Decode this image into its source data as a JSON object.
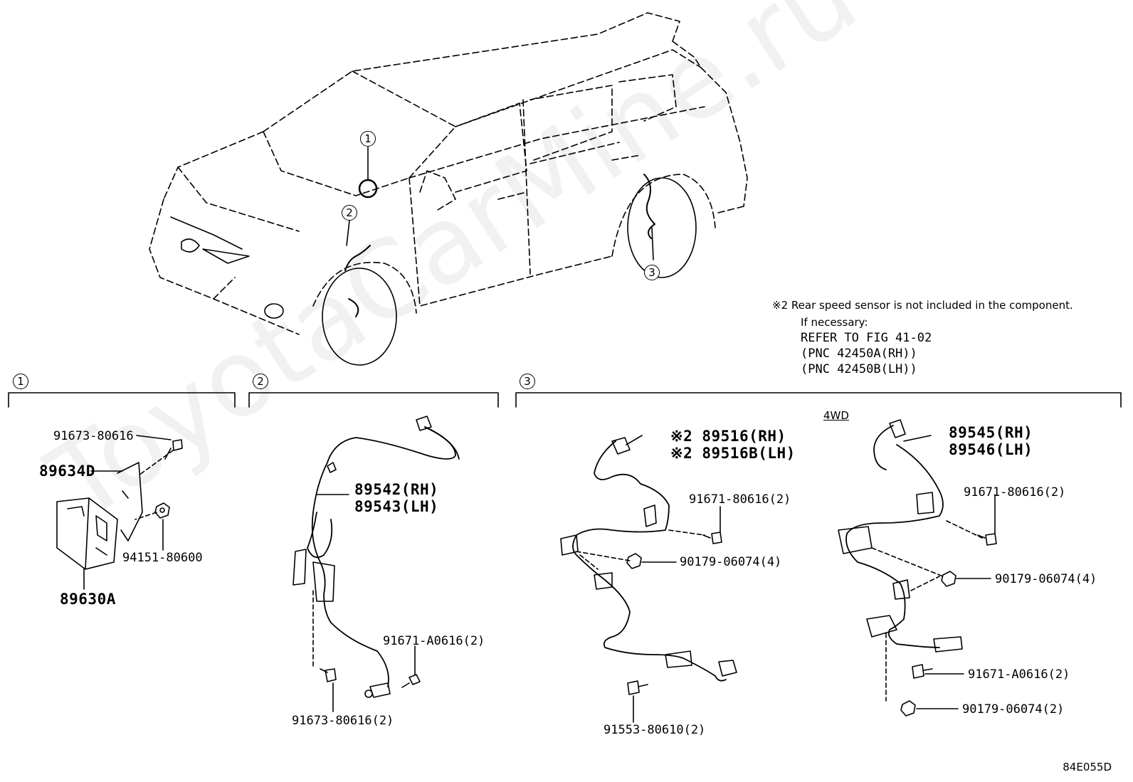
{
  "watermark": "ToyotaCarMine.ru",
  "diagram_code": "84E055D",
  "callouts": {
    "c1": "1",
    "c2": "2",
    "c3": "3"
  },
  "note": {
    "mark": "※2",
    "line1": "Rear speed sensor is not included in the component.",
    "line2": "If necessary:",
    "line3": "REFER TO FIG 41-02",
    "line4": "(PNC 42450A(RH))",
    "line5": "(PNC 42450B(LH))"
  },
  "sections": {
    "s1": "1",
    "s2": "2",
    "s3": "3",
    "sub_4wd": "4WD"
  },
  "parts": {
    "p_91673_80616": "91673-80616",
    "p_89634D": "89634D",
    "p_94151_80600": "94151-80600",
    "p_89630A": "89630A",
    "p_89542": "89542(RH)",
    "p_89543": "89543(LH)",
    "p_91671_A0616_2a": "91671-A0616(2)",
    "p_91673_80616_2": "91673-80616(2)",
    "p_89516": "※2 89516(RH)",
    "p_89516B": "※2 89516B(LH)",
    "p_91671_80616_2a": "91671-80616(2)",
    "p_90179_06074_4a": "90179-06074(4)",
    "p_91553_80610_2": "91553-80610(2)",
    "p_89545": "89545(RH)",
    "p_89546": "89546(LH)",
    "p_91671_80616_2b": "91671-80616(2)",
    "p_90179_06074_4b": "90179-06074(4)",
    "p_91671_A0616_2b": "91671-A0616(2)",
    "p_90179_06074_2": "90179-06074(2)"
  }
}
